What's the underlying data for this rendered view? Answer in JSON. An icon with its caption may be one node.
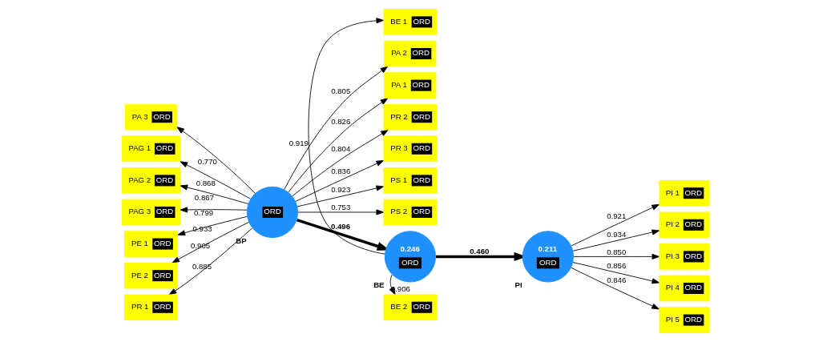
{
  "diagram": {
    "nodes": [
      {
        "text": [
          "ORD"
        ],
        "beside": [
          "BP"
        ]
      },
      {
        "text": [
          "PA 3",
          "ORD"
        ]
      },
      {
        "text": [
          "PA 2",
          "ORD"
        ]
      },
      {
        "text": [
          "PA 1",
          "ORD"
        ]
      },
      {
        "text": [
          "PAG 1",
          "ORD"
        ]
      },
      {
        "text": [
          "PAG 2",
          "ORD"
        ]
      },
      {
        "text": [
          "PAG 3",
          "ORD"
        ]
      },
      {
        "text": [
          "PE 1",
          "ORD"
        ]
      },
      {
        "text": [
          "PE 2",
          "ORD"
        ]
      },
      {
        "text": [
          "PR 1",
          "ORD"
        ]
      },
      {
        "text": [
          "PR 2",
          "ORD"
        ]
      },
      {
        "text": [
          "PR 3",
          "ORD"
        ]
      },
      {
        "text": [
          "PS 1",
          "ORD"
        ]
      },
      {
        "text": [
          "PS 2",
          "ORD"
        ]
      },
      {
        "text": [
          "0.246",
          "ORD"
        ],
        "beside": [
          "BE"
        ]
      },
      {
        "text": [
          "BE 1",
          "ORD"
        ]
      },
      {
        "text": [
          "BE 2",
          "ORD"
        ]
      },
      {
        "text": [
          "0.211",
          "ORD"
        ],
        "beside": [
          "PI"
        ]
      },
      {
        "text": [
          "PI 1",
          "ORD"
        ]
      },
      {
        "text": [
          "PI 2",
          "ORD"
        ]
      },
      {
        "text": [
          "PI 3",
          "ORD"
        ]
      },
      {
        "text": [
          "PI 4",
          "ORD"
        ]
      },
      {
        "text": [
          "PI 5",
          "ORD"
        ]
      }
    ],
    "edges": [
      {
        "from": 0,
        "to": 1,
        "arrow": "to",
        "label": "0.770"
      },
      {
        "from": 0,
        "to": 2,
        "arrow": "to",
        "label": "0.805"
      },
      {
        "from": 0,
        "to": 3,
        "arrow": "to",
        "label": "0.826"
      },
      {
        "from": 0,
        "to": 4,
        "arrow": "to",
        "label": "0.868"
      },
      {
        "from": 0,
        "to": 5,
        "arrow": "to",
        "label": "0.867"
      },
      {
        "from": 0,
        "to": 6,
        "arrow": "to",
        "label": "0.799"
      },
      {
        "from": 0,
        "to": 7,
        "arrow": "to",
        "label": "0.933"
      },
      {
        "from": 0,
        "to": 8,
        "arrow": "to",
        "label": "0.905"
      },
      {
        "from": 0,
        "to": 9,
        "arrow": "to",
        "label": "0.885"
      },
      {
        "from": 0,
        "to": 10,
        "arrow": "to",
        "label": "0.804"
      },
      {
        "from": 0,
        "to": 11,
        "arrow": "to",
        "label": "0.836"
      },
      {
        "from": 0,
        "to": 12,
        "arrow": "to",
        "label": "0.923"
      },
      {
        "from": 0,
        "to": 13,
        "arrow": "to",
        "label": "0.753"
      },
      {
        "from": 0,
        "to": 14,
        "arrow": "to",
        "label": "0.496",
        "style": "thick"
      },
      {
        "from": 14,
        "to": 15,
        "arrow": "to",
        "label": "0.919"
      },
      {
        "from": 14,
        "to": 16,
        "arrow": "to",
        "label": "0.906"
      },
      {
        "from": 14,
        "to": 17,
        "arrow": "to",
        "label": "0.460",
        "style": "thick"
      },
      {
        "from": 17,
        "to": 18,
        "arrow": "to",
        "label": "0.921"
      },
      {
        "from": 17,
        "to": 19,
        "arrow": "to",
        "label": "0.934"
      },
      {
        "from": 17,
        "to": 20,
        "arrow": "to",
        "label": "0.850"
      },
      {
        "from": 17,
        "to": 21,
        "arrow": "to",
        "label": "0.856"
      },
      {
        "from": 17,
        "to": 22,
        "arrow": "to",
        "label": "0.846"
      }
    ]
  }
}
